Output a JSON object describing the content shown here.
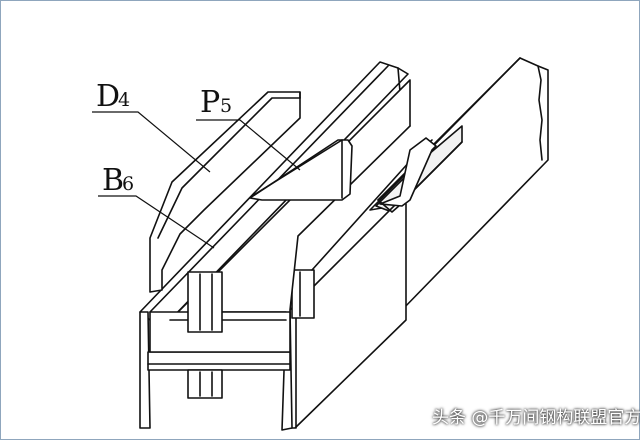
{
  "labels": {
    "d": {
      "letter": "D",
      "sub": "4"
    },
    "p": {
      "letter": "P",
      "sub": "5"
    },
    "b": {
      "letter": "B",
      "sub": "6"
    }
  },
  "watermark": "头条 @千万间钢构联盟官方",
  "colors": {
    "line": "#111111",
    "face": "#ffffff",
    "shade": "#eeeeee",
    "outer_border": "#8fa6bd"
  }
}
